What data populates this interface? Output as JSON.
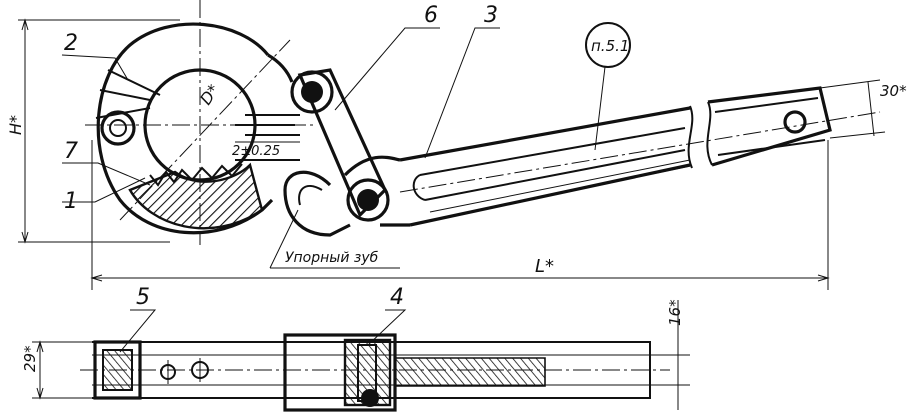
{
  "labels": {
    "part_1": "1",
    "part_2": "2",
    "part_3": "3",
    "part_4": "4",
    "part_5": "5",
    "part_6": "6",
    "part_7": "7",
    "ref_note": "п.5.1",
    "dim_H": "H*",
    "dim_D": "D*",
    "dim_L": "L*",
    "dim_30": "30*",
    "dim_29": "29*",
    "dim_16": "16*",
    "dim_gap": "2±0.25",
    "stop_tooth": "Упорный зуб"
  }
}
